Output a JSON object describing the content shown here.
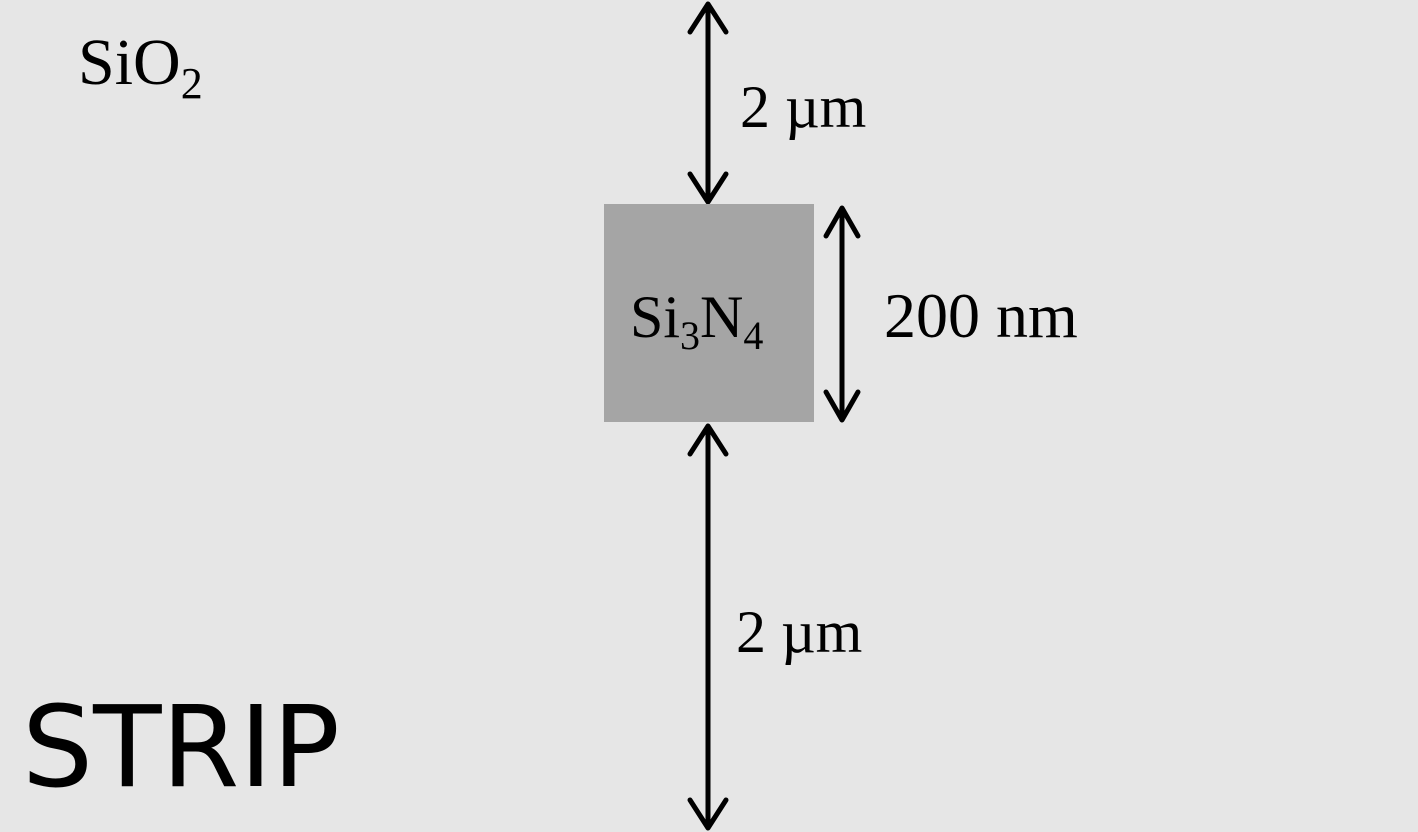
{
  "cladding": {
    "label_base": "SiO",
    "label_sub": "2"
  },
  "core": {
    "label_si": "Si",
    "label_sub1": "3",
    "label_n": "N",
    "label_sub2": "4",
    "fill": "#a5a5a5"
  },
  "dimensions": {
    "top_gap": "2 µm",
    "core_height": "200 nm",
    "bottom_gap": "2 µm"
  },
  "title": "STRIP",
  "colors": {
    "background": "#e6e6e6",
    "ink": "#000000"
  }
}
